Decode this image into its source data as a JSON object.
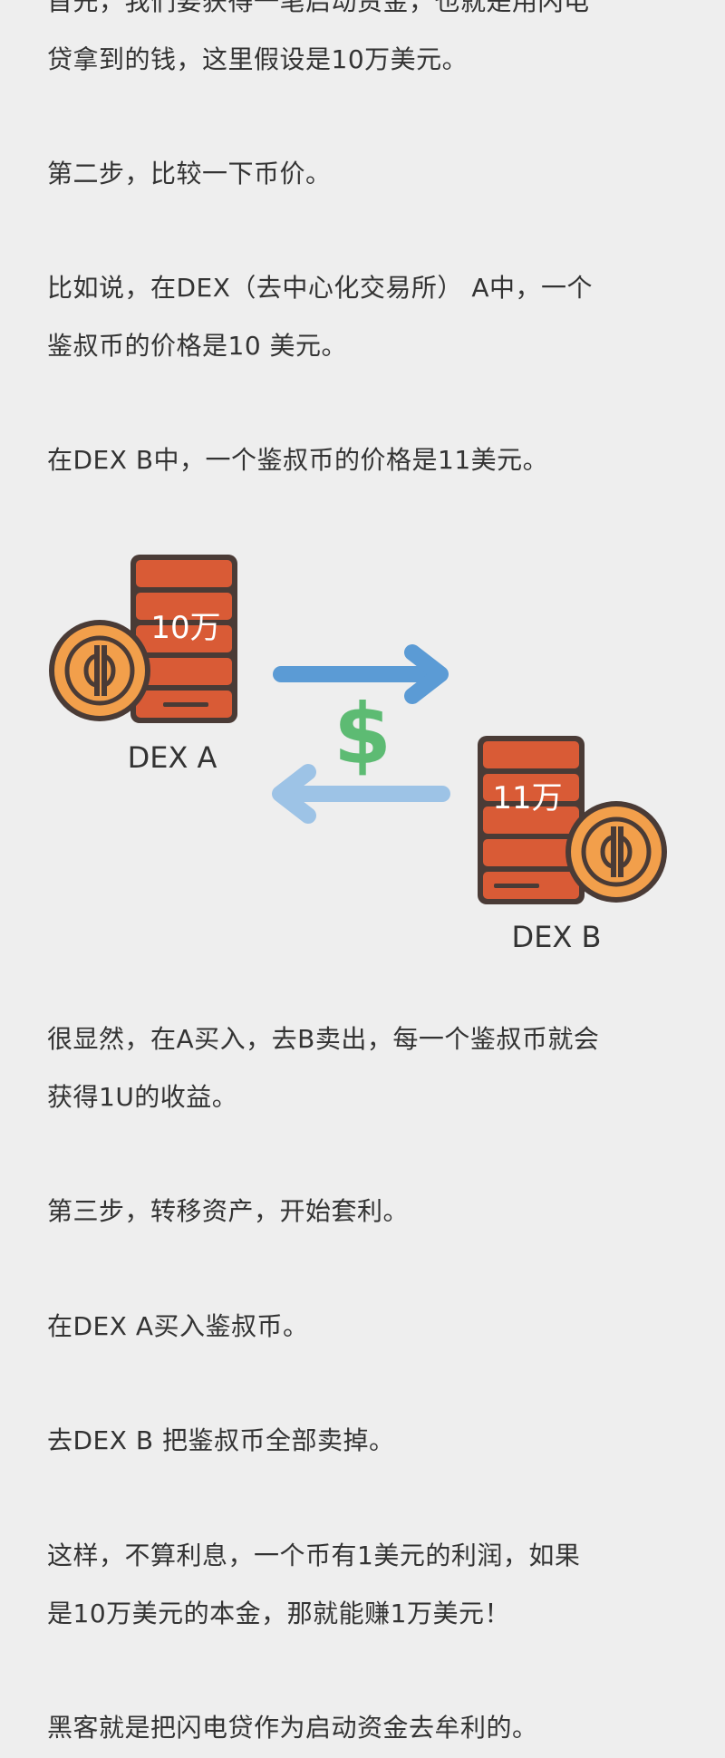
{
  "paragraphs": [
    {
      "lines": [
        "首先，我们要获得一笔启动资金，也就是用闪电",
        "贷拿到的钱，这里假设是10万美元。"
      ]
    },
    {
      "lines": [
        "第二步，比较一下币价。"
      ]
    },
    {
      "lines": [
        "比如说，在DEX（去中心化交易所） A中，一个",
        "鉴叔币的价格是10 美元。"
      ]
    },
    {
      "lines": [
        "在DEX B中，一个鉴叔币的价格是11美元。"
      ]
    },
    {
      "lines": [
        "很显然，在A买入，去B卖出，每一个鉴叔币就会",
        "获得1U的收益。"
      ]
    },
    {
      "lines": [
        "第三步，转移资产，开始套利。"
      ]
    },
    {
      "lines": [
        "在DEX A买入鉴叔币。"
      ]
    },
    {
      "lines": [
        "去DEX B 把鉴叔币全部卖掉。"
      ]
    },
    {
      "lines": [
        "这样，不算利息，一个币有1美元的利润，如果",
        "是10万美元的本金，那就能赚1万美元！"
      ]
    },
    {
      "lines": [
        "黑客就是把闪电贷作为启动资金去牟利的。"
      ]
    }
  ],
  "diagram": {
    "dex_a": {
      "label": "DEX A",
      "amount": "10万"
    },
    "dex_b": {
      "label": "DEX B",
      "amount": "11万"
    },
    "currency_symbol": "$",
    "coin_glyph": "Ф",
    "colors": {
      "server_body": "#d95b36",
      "server_outline": "#4a3b36",
      "server_slot": "#e8b8a0",
      "coin_fill": "#f29f4b",
      "coin_outline": "#4a3b36",
      "arrow_right": "#5b9bd5",
      "arrow_left": "#9dc3e6",
      "dollar": "#5dbb73"
    }
  }
}
